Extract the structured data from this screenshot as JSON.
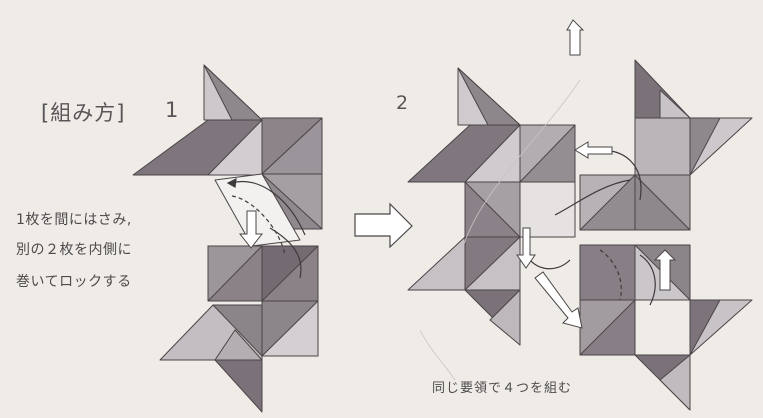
{
  "heading": "[組み方]",
  "step1_number": "1",
  "step2_number": "2",
  "instruction_lines": [
    "1枚を間にはさみ,",
    "別の２枚を内側に",
    "巻いてロックする"
  ],
  "caption": "同じ要領で４つを組む",
  "colors": {
    "background": "#efece8",
    "dark": "#7a7278",
    "mid": "#948d93",
    "light": "#c9c4c8",
    "lighter": "#dedad9",
    "line": "#4a4547",
    "arrow_fill": "#ffffff"
  }
}
